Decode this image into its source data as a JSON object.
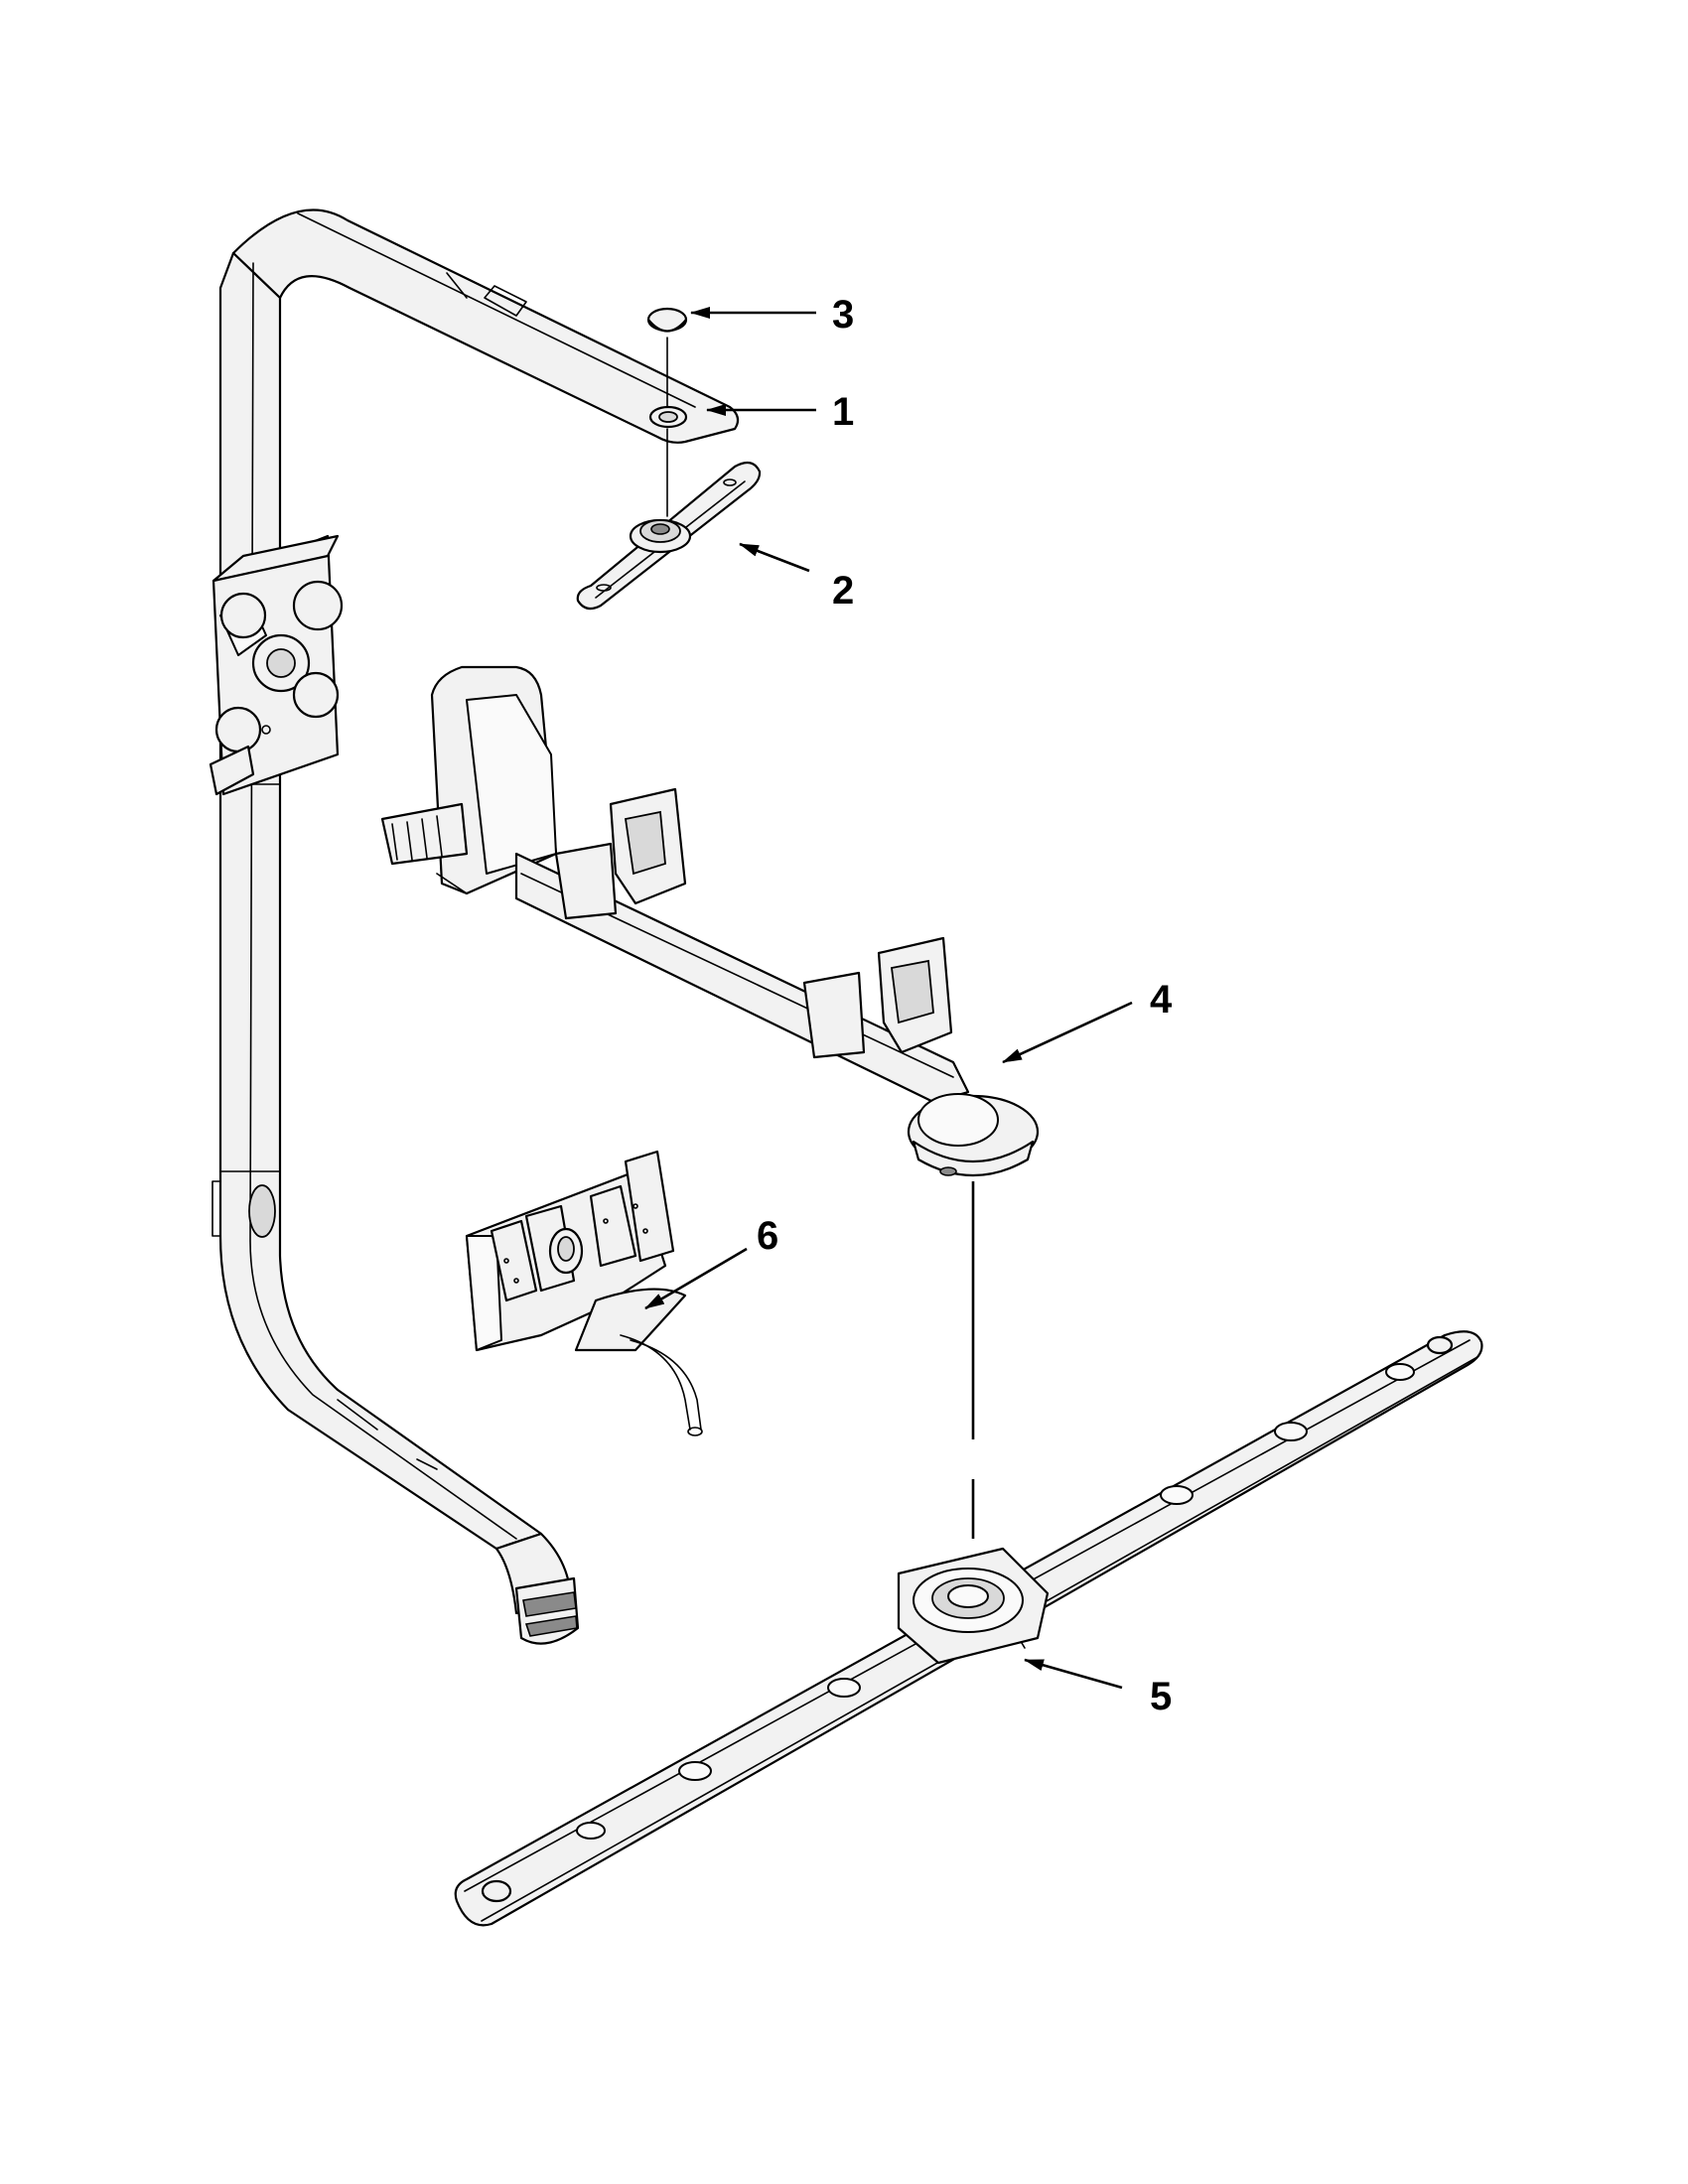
{
  "callouts": [
    {
      "id": "1",
      "label": "1"
    },
    {
      "id": "2",
      "label": "2"
    },
    {
      "id": "3",
      "label": "3"
    },
    {
      "id": "4",
      "label": "4"
    },
    {
      "id": "5",
      "label": "5"
    },
    {
      "id": "6",
      "label": "6"
    }
  ],
  "colors": {
    "line": "#000000",
    "fill": "#f2f2f2",
    "background": "#ffffff"
  }
}
